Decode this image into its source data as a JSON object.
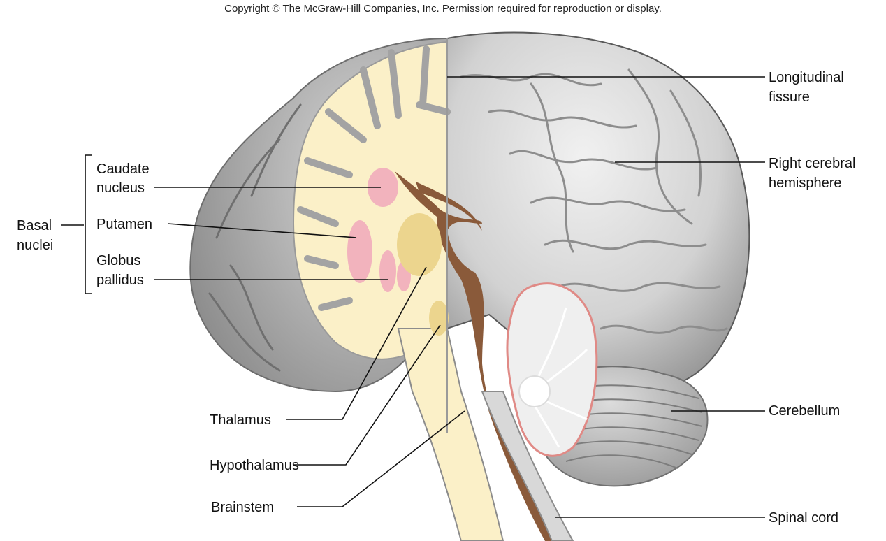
{
  "copyright": "Copyright © The McGraw-Hill Companies, Inc. Permission required for reproduction or display.",
  "labels": {
    "longitudinal_fissure_1": "Longitudinal",
    "longitudinal_fissure_2": "fissure",
    "right_hemisphere_1": "Right cerebral",
    "right_hemisphere_2": "hemisphere",
    "cerebellum": "Cerebellum",
    "spinal_cord": "Spinal cord",
    "caudate_1": "Caudate",
    "caudate_2": "nucleus",
    "putamen": "Putamen",
    "globus_1": "Globus",
    "globus_2": "pallidus",
    "basal_1": "Basal",
    "basal_2": "nuclei",
    "thalamus": "Thalamus",
    "hypothalamus": "Hypothalamus",
    "brainstem": "Brainstem"
  },
  "colors": {
    "cortex_gray": "#bdbdbd",
    "white_matter": "#fbf0c8",
    "basal_pink": "#f2b3bd",
    "thalamus_yellow": "#ecd58e",
    "ventricle_brown": "#8a5a3a",
    "cerebellum_red": "#e08a86"
  }
}
